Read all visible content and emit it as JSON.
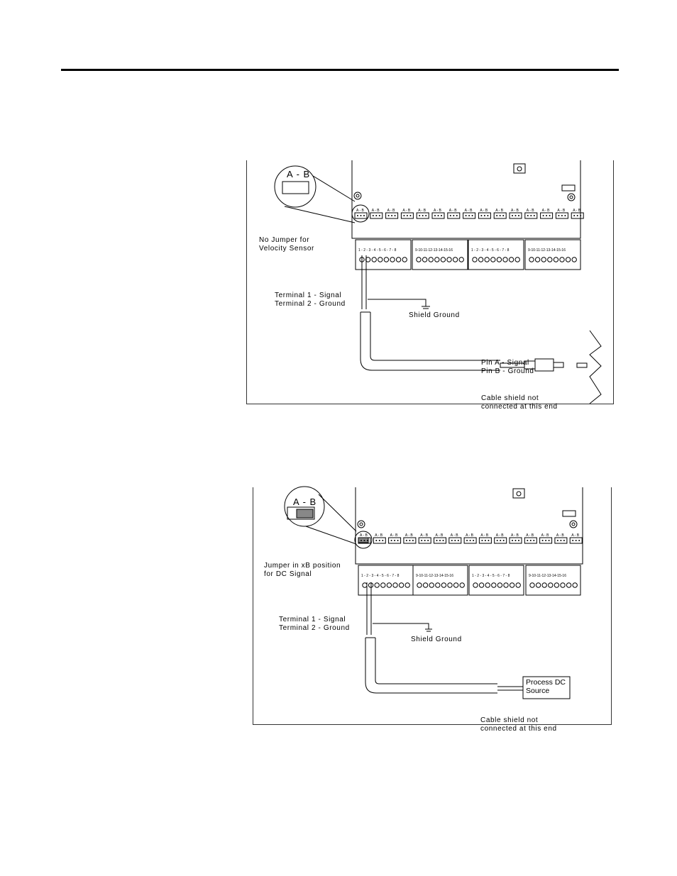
{
  "figure1": {
    "zoom_jumper_label": "A - B",
    "jumper_note": [
      "No Jumper for",
      "Velocity Sensor"
    ],
    "terminal_note": [
      "Terminal 1 - Signal",
      "Terminal 2 - Ground"
    ],
    "shield_ground": "Shield Ground",
    "pin_note": [
      "Pin A - Signal",
      "Pin B - Ground"
    ],
    "cable_note": [
      "Cable shield not",
      "connected at this end"
    ],
    "jumper_state": "no jumper"
  },
  "figure2": {
    "zoom_jumper_label": "A - B",
    "jumper_note": [
      "Jumper in xB position",
      "for DC Signal"
    ],
    "terminal_note": [
      "Terminal 1 - Signal",
      "Terminal 2 - Ground"
    ],
    "shield_ground": "Shield Ground",
    "source_box": [
      "Process DC",
      "Source"
    ],
    "cable_note": [
      "Cable shield not",
      "connected at this end"
    ],
    "jumper_state": "jumper in B position"
  },
  "board": {
    "jumper_pin_label": "A - B",
    "terminal_block_labels": [
      "1 - 2 - 3 - 4 - 5 - 6 - 7 - 8",
      "9-10-11-12-13-14-15-16",
      "1 - 2 - 3 - 4 - 5 - 6 - 7 - 8",
      "9-10-11-12-13-14-15-16"
    ]
  },
  "colors": {
    "line": "#000000",
    "frame": "#333333",
    "jumper_fill": "#888888"
  }
}
